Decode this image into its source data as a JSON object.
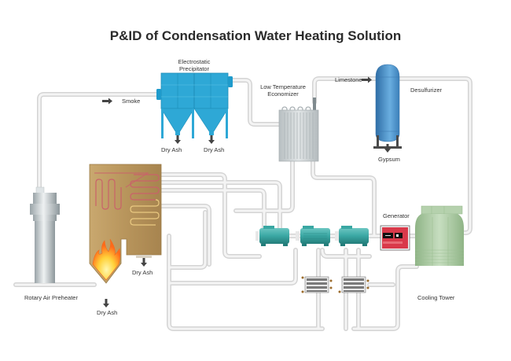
{
  "title": "P&ID of Condensation Water Heating Solution",
  "labels": {
    "electrostatic_precipitator": [
      "Electrostatic",
      "Precipitator"
    ],
    "smoke": "Smoke",
    "dry_ash_1": "Dry Ash",
    "dry_ash_2": "Dry Ash",
    "low_temp_economizer": [
      "Low Temperature",
      "Economizer"
    ],
    "limestone": "Limestone",
    "desulfurizer": "Desulfurizer",
    "gypsum": "Gypsum",
    "boiler_dry_ash": "Dry Ash",
    "furnace_dry_ash": "Dry Ash",
    "rotary_air_preheater": "Rotary Air Preheater",
    "generator": "Generator",
    "cooling_tower": "Cooling Tower"
  },
  "icons": {
    "flow_arrow": "right-arrow",
    "discharge_arrow": "down-arrow"
  },
  "colors": {
    "pipe": "#e3e3e3",
    "precipitator": "#2ea8d6",
    "desulfurizer": "#4a8cc4",
    "boiler": "#b89660",
    "pump": "#3aa7a3",
    "generator": "#d9394a",
    "cooling_tower": "#a9c9a0",
    "economizer": "#c9cfd1",
    "preheater": "#c5cdd1"
  }
}
